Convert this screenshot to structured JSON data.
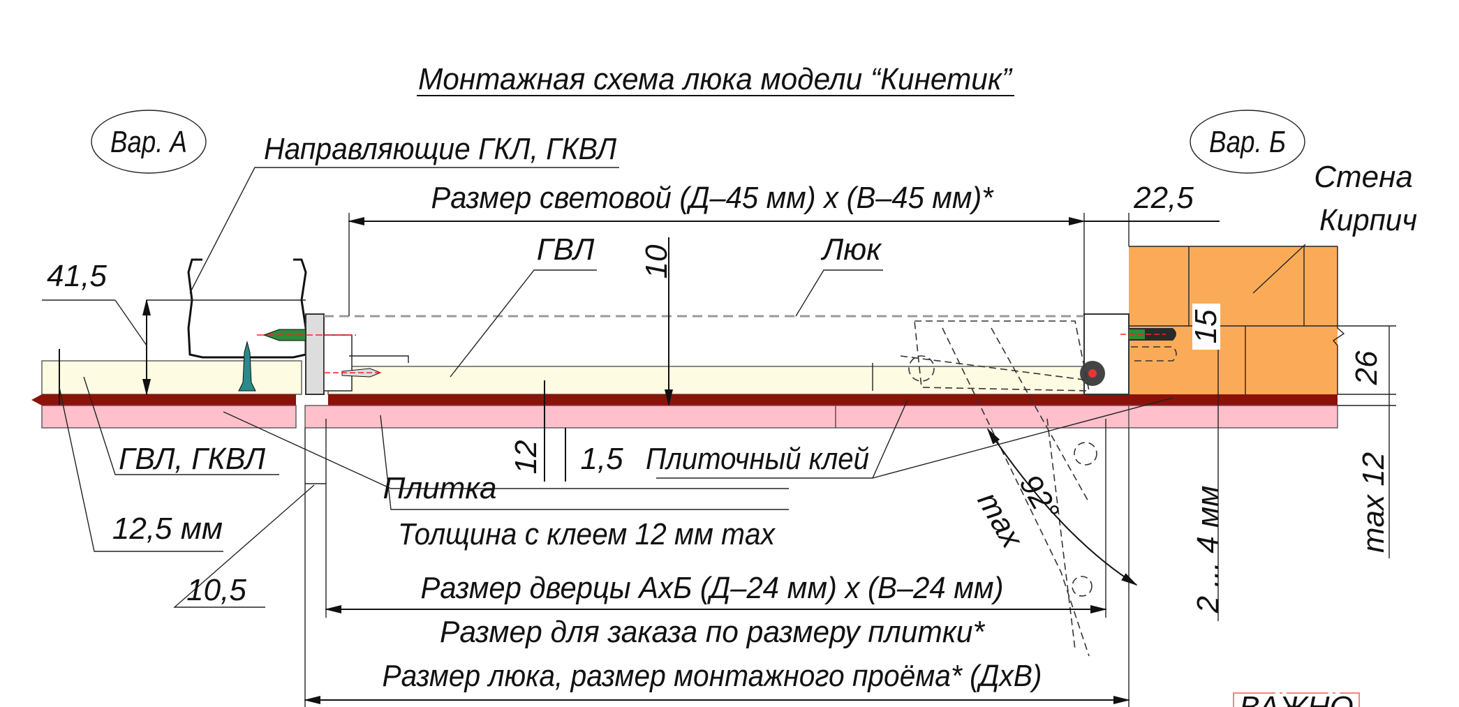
{
  "title": "Монтажная схема люка модели “Кинетик”",
  "variants": {
    "a": "Вар. А",
    "b": "Вар. Б"
  },
  "labels": {
    "guides": "Направляющие ГКЛ, ГКВЛ",
    "light_size": "Размер световой (Д–45 мм) x (В–45 мм)*",
    "dim_22_5": "22,5",
    "wall": "Стена",
    "brick": "Кирпич",
    "dim_41_5": "41,5",
    "gvl": "ГВЛ",
    "dim_10": "10",
    "hatch": "Люк",
    "dim_15": "15",
    "dim_26": "26",
    "gvl_gkvl": "ГВЛ, ГКВЛ",
    "tile": "Плитка",
    "dim_12": "12",
    "dim_1_5": "1,5",
    "tile_glue": "Плиточный клей",
    "dim_12_5": "12,5 мм",
    "thickness": "Толщина с клеем 12 мм max",
    "dim_10_5": "10,5",
    "door_size": "Размер дверцы АхБ (Д–24 мм) х (В–24 мм)",
    "order_size": "Размер для заказа по размеру плитки*",
    "hatch_size": "Размер люка, размер монтажного проёма* (ДхВ)",
    "angle": "92°",
    "max": "max",
    "gap": "2 ... 4 мм",
    "max12": "max 12",
    "important": "ВАЖНО"
  },
  "colors": {
    "gvl": "#fdfbe2",
    "glue": "#8b1208",
    "tile": "#ffc0cb",
    "brick": "#fbab58",
    "screw_green": "#2e8b3a",
    "screw_teal": "#2a8a8a",
    "red_axis": "#ff2020"
  }
}
